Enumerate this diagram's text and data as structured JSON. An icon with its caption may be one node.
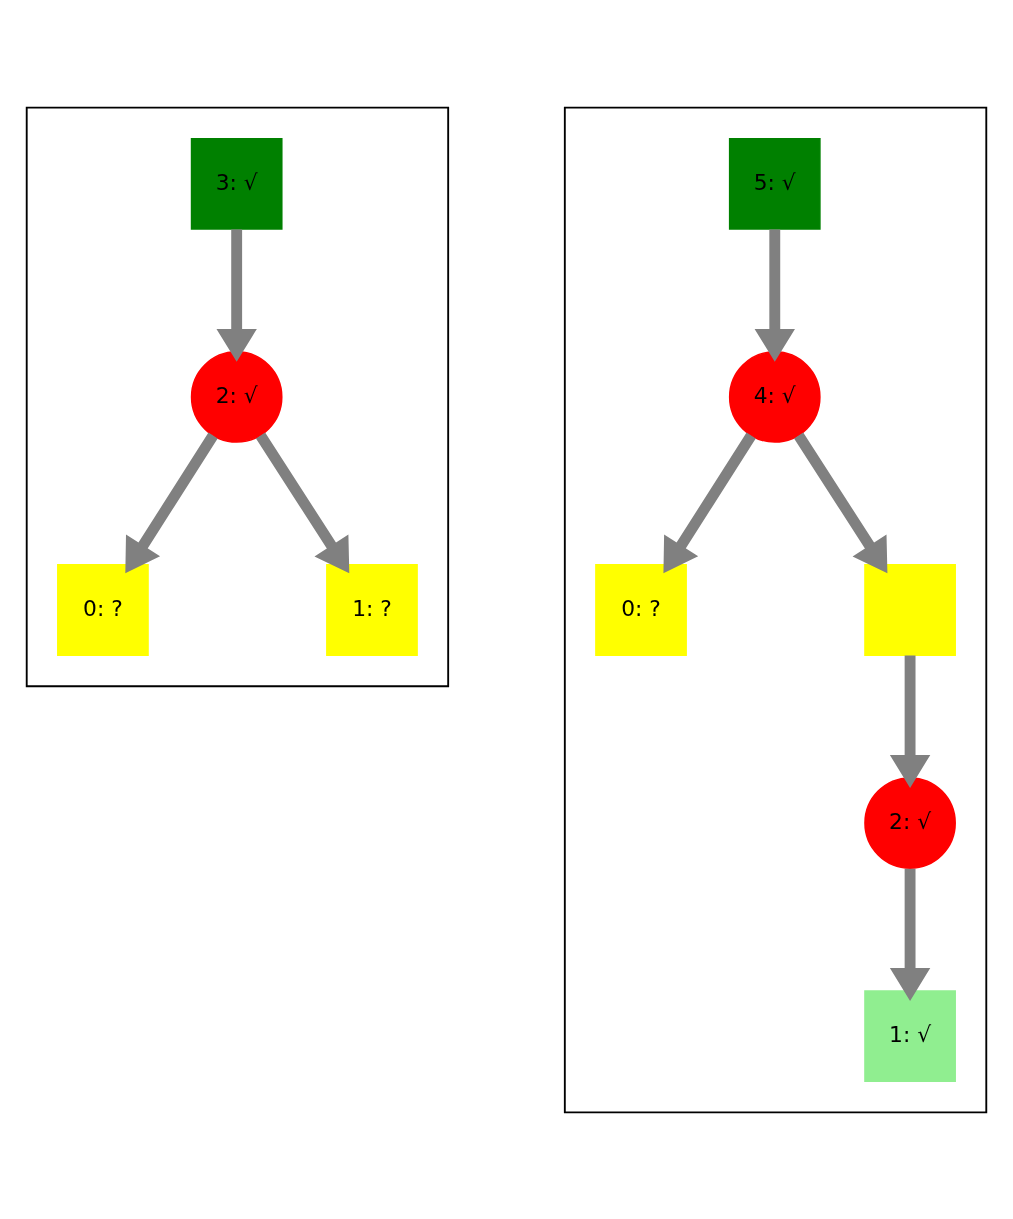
{
  "diagram": {
    "nodes": [
      {
        "text": [],
        "shape": "box"
      },
      {
        "text": [
          "3: √"
        ],
        "in": 0
      },
      {
        "text": [
          "2: √"
        ],
        "in": 0
      },
      {
        "text": [
          "0: ?"
        ],
        "in": 0
      },
      {
        "text": [
          "1: ?"
        ],
        "in": 0
      },
      {
        "text": [],
        "shape": "box"
      },
      {
        "text": [
          "5: √"
        ],
        "in": 5
      },
      {
        "text": [
          "4: √"
        ],
        "in": 5
      },
      {
        "text": [
          "0: ?"
        ],
        "in": 5
      },
      {
        "text": [],
        "shape": "box",
        "in": 5
      },
      {
        "text": [
          "2: √"
        ],
        "in": 5
      },
      {
        "text": [
          "1: √"
        ],
        "in": 5
      }
    ],
    "edges": [
      {
        "from": 1,
        "to": 2,
        "arrow": "to"
      },
      {
        "from": 2,
        "to": 3,
        "arrow": "to"
      },
      {
        "from": 2,
        "to": 4,
        "arrow": "to"
      },
      {
        "from": 6,
        "to": 7,
        "arrow": "to"
      },
      {
        "from": 7,
        "to": 8,
        "arrow": "to"
      },
      {
        "from": 7,
        "to": 9,
        "arrow": "to"
      },
      {
        "from": 9,
        "to": 10,
        "arrow": "to"
      },
      {
        "from": 10,
        "to": 11,
        "arrow": "to"
      }
    ]
  }
}
